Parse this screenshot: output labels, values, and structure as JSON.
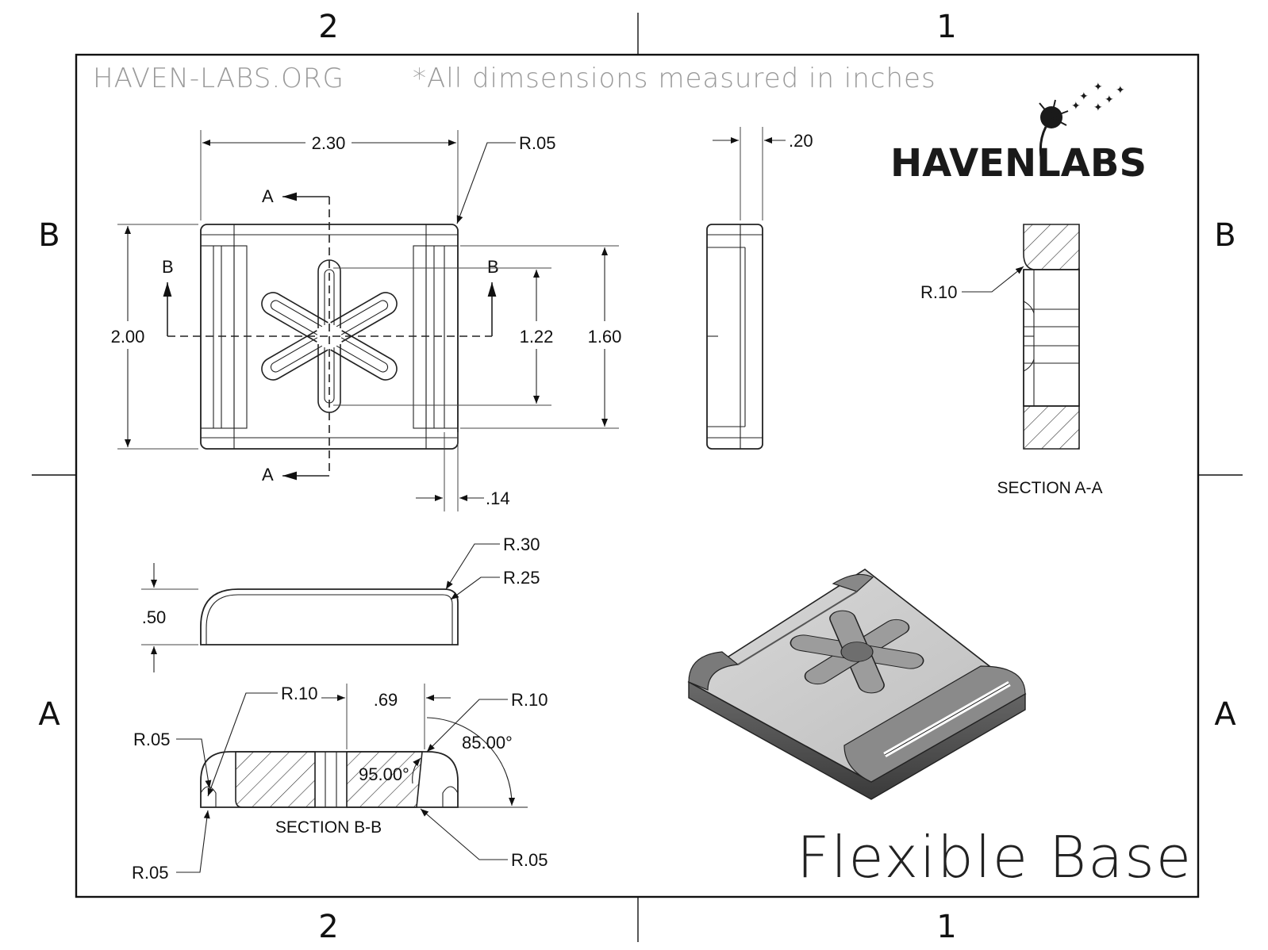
{
  "header": {
    "website": "HAVEN-LABS.ORG",
    "note": "*All dimsensions measured in inches"
  },
  "logo": {
    "text": "HAVENLABS"
  },
  "title": "Flexible Base",
  "zones": {
    "top_left": "2",
    "top_right": "1",
    "bottom_left": "2",
    "bottom_right": "1",
    "left_upper": "B",
    "left_lower": "A",
    "right_upper": "B",
    "right_lower": "A"
  },
  "dimensions": {
    "width": "2.30",
    "corner_radius_top": "R.05",
    "thickness_side": ".20",
    "height": "2.00",
    "slot_span": "1.22",
    "inner_height": "1.60",
    "rail_width": ".14",
    "fillet_outer": "R.30",
    "fillet_inner": "R.25",
    "total_thickness": ".50",
    "section_a_radius": "R.10",
    "sb_radius_top_left": "R.10",
    "sb_slot_width": ".69",
    "sb_radius_top_right": "R.10",
    "sb_radius_left_upper": "R.05",
    "sb_angle_outer": "85.00°",
    "sb_angle_inner": "95.00°",
    "sb_radius_left_lower": "R.05",
    "sb_radius_right_lower": "R.05"
  },
  "section_labels": {
    "cut_a_top": "A",
    "cut_a_bottom": "A",
    "cut_b_left": "B",
    "cut_b_right": "B",
    "section_a": "SECTION A-A",
    "section_b": "SECTION B-B"
  }
}
